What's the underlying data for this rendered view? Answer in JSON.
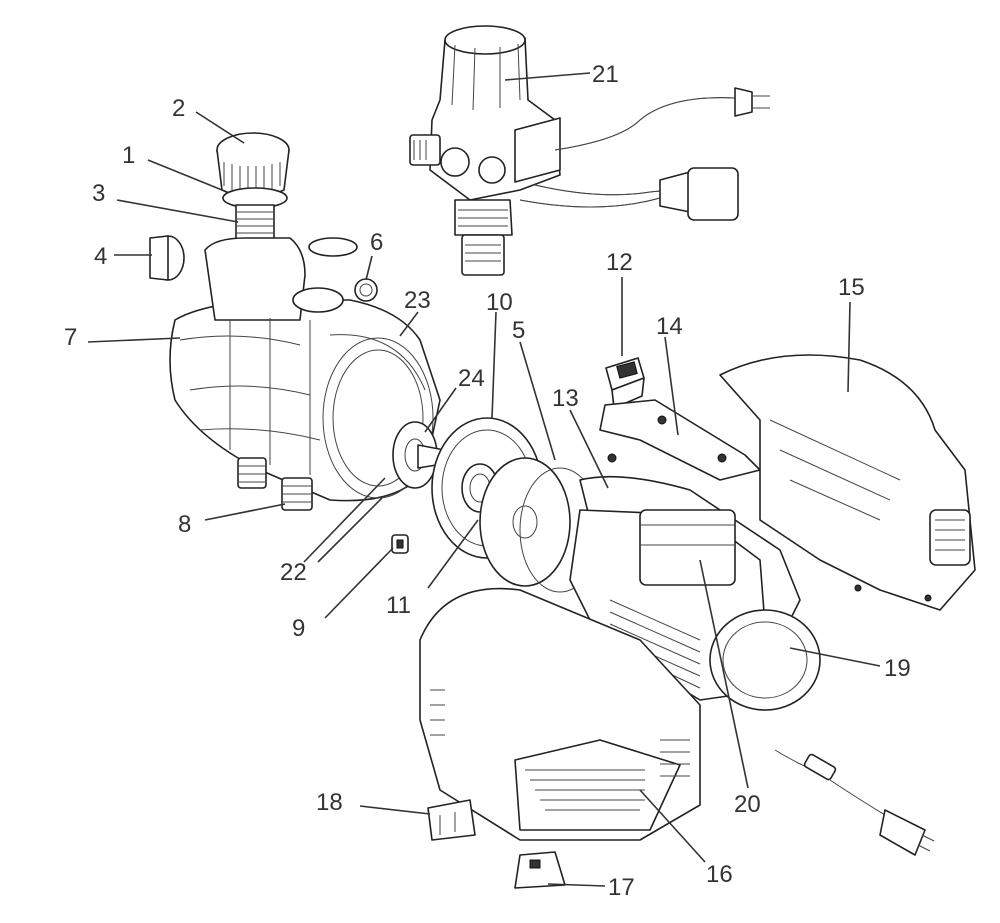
{
  "figure": {
    "kind": "exploded-parts-diagram",
    "subject": "garden pump / pressure booster assembly"
  },
  "callouts": [
    {
      "id": "1",
      "label": "1"
    },
    {
      "id": "2",
      "label": "2"
    },
    {
      "id": "3",
      "label": "3"
    },
    {
      "id": "4",
      "label": "4"
    },
    {
      "id": "5",
      "label": "5"
    },
    {
      "id": "6",
      "label": "6"
    },
    {
      "id": "7",
      "label": "7"
    },
    {
      "id": "8",
      "label": "8"
    },
    {
      "id": "9",
      "label": "9"
    },
    {
      "id": "10",
      "label": "10"
    },
    {
      "id": "11",
      "label": "11"
    },
    {
      "id": "12",
      "label": "12"
    },
    {
      "id": "13",
      "label": "13"
    },
    {
      "id": "14",
      "label": "14"
    },
    {
      "id": "15",
      "label": "15"
    },
    {
      "id": "16",
      "label": "16"
    },
    {
      "id": "17",
      "label": "17"
    },
    {
      "id": "18",
      "label": "18"
    },
    {
      "id": "19",
      "label": "19"
    },
    {
      "id": "20",
      "label": "20"
    },
    {
      "id": "21",
      "label": "21"
    },
    {
      "id": "22",
      "label": "22"
    },
    {
      "id": "23",
      "label": "23"
    },
    {
      "id": "24",
      "label": "24"
    }
  ]
}
